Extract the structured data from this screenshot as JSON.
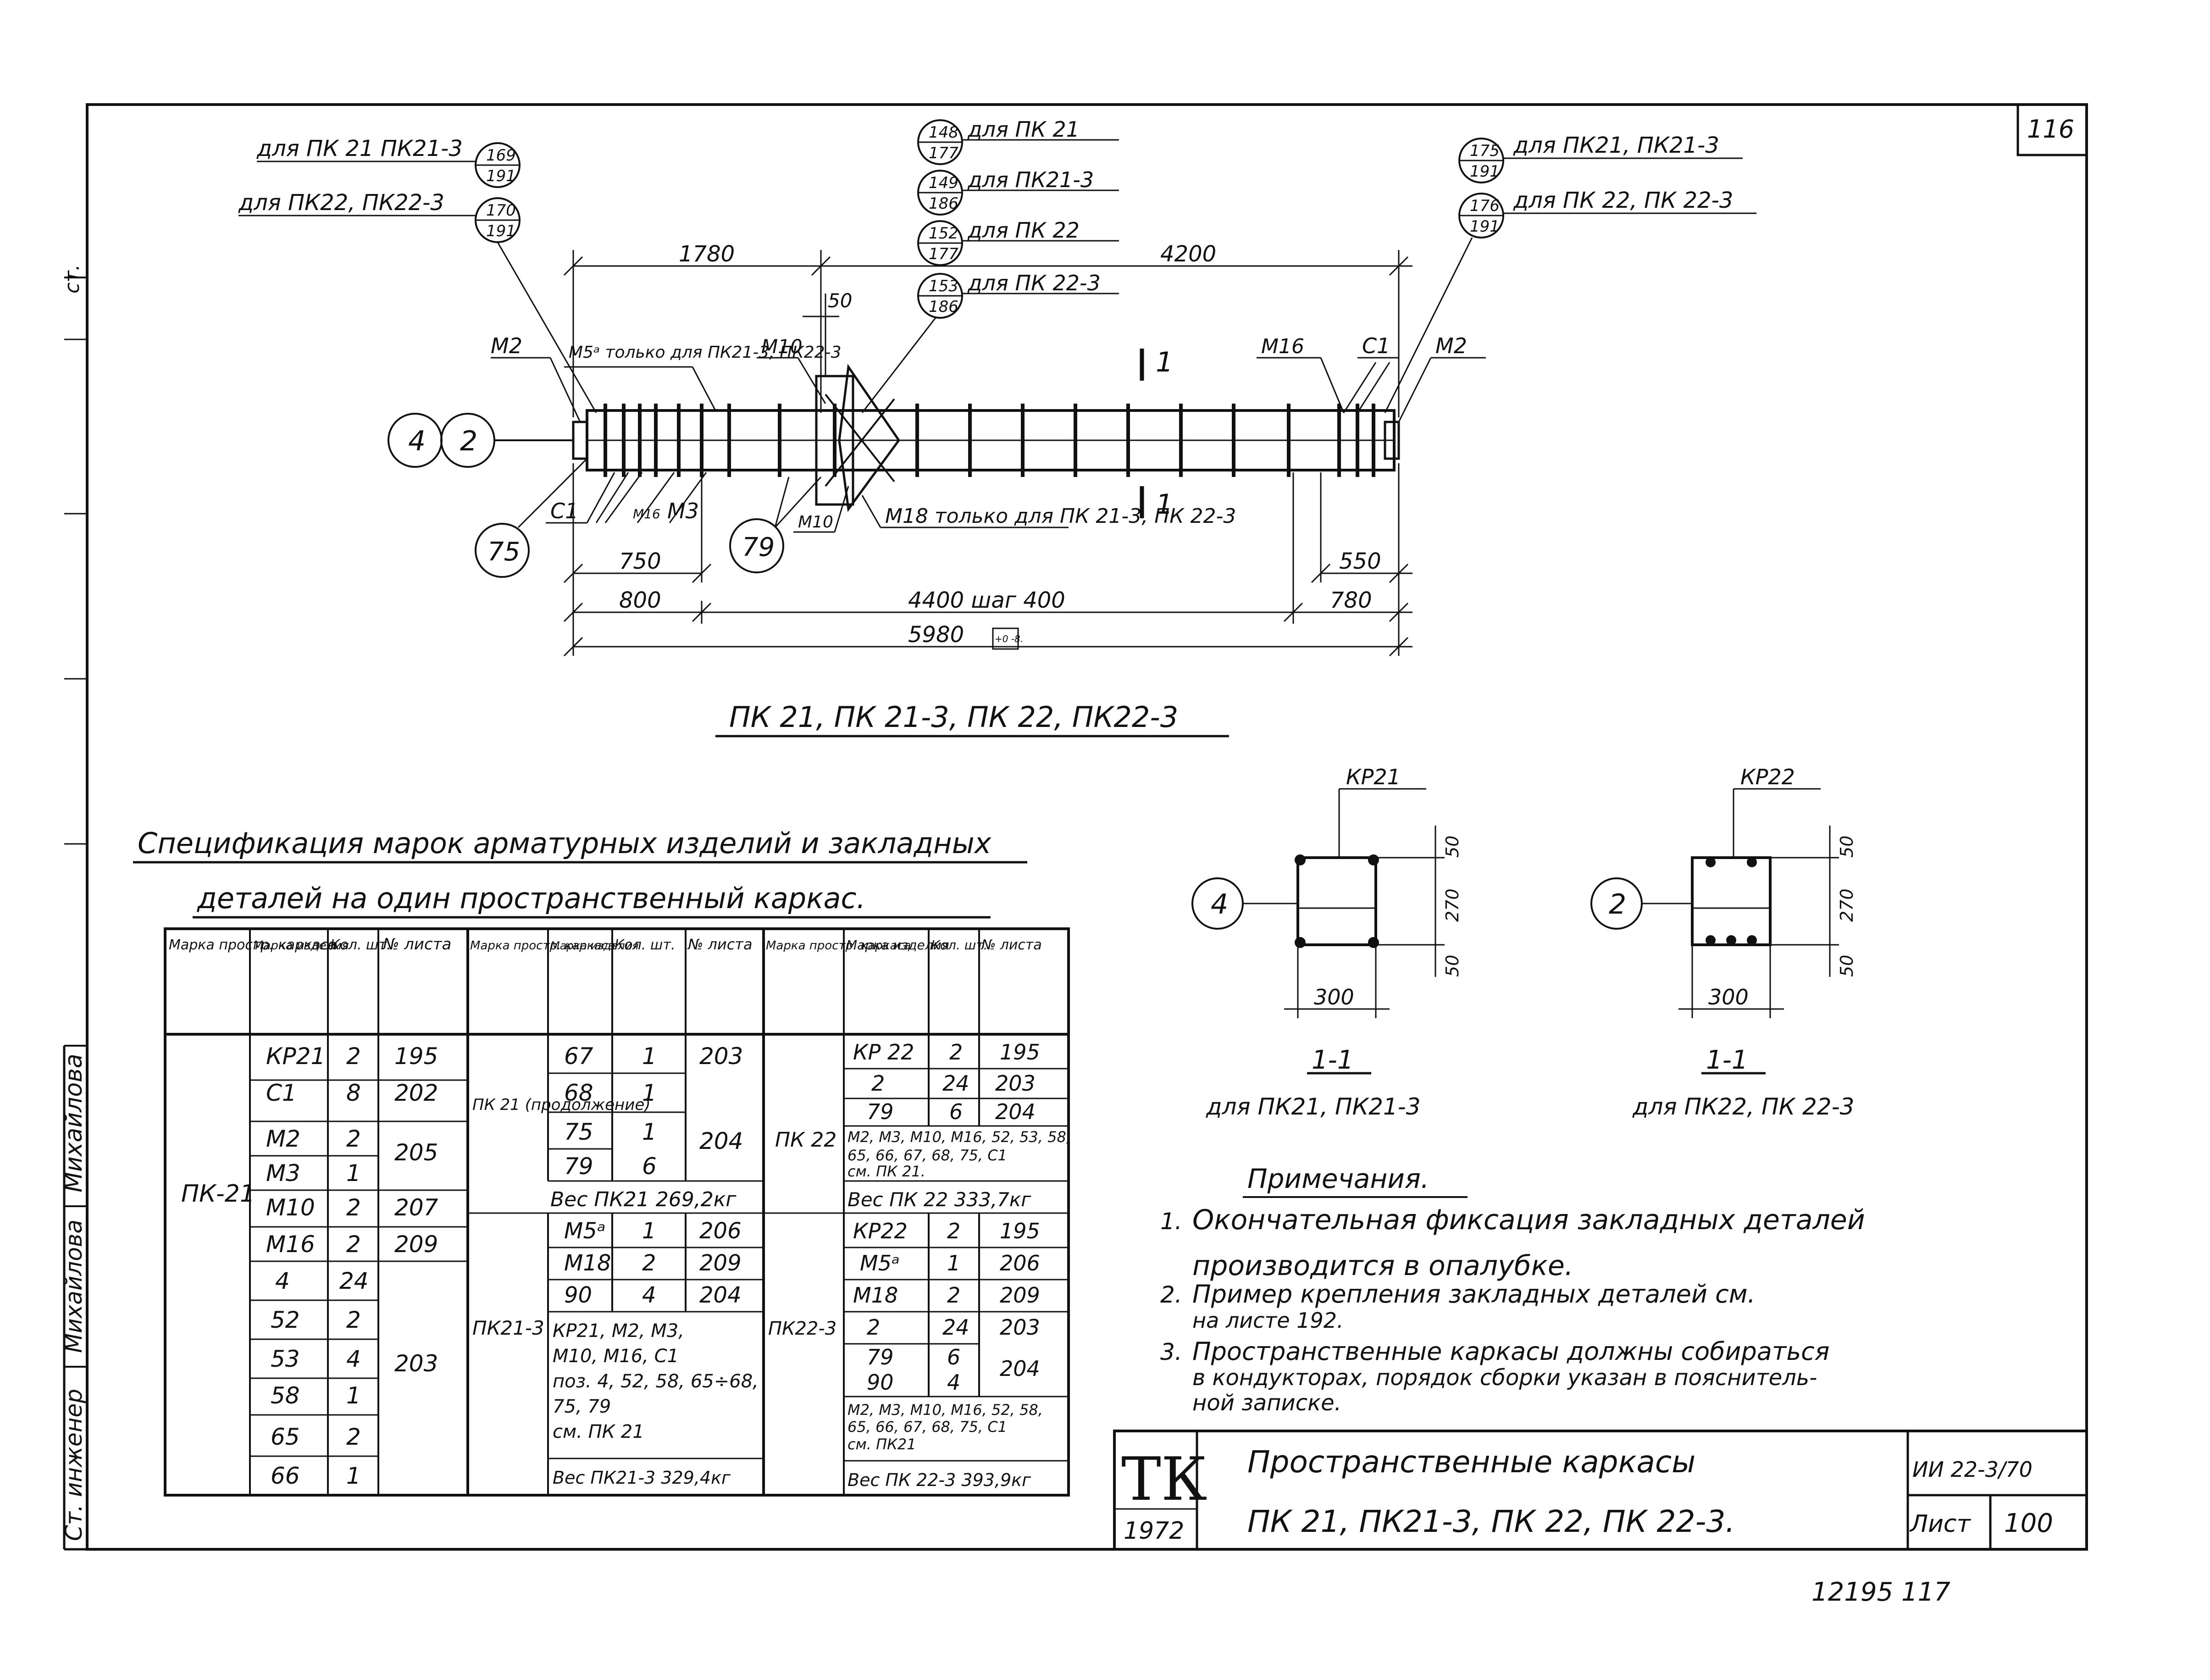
{
  "sheet": {
    "page_number": "116",
    "bottom_numbers": "12195   117",
    "left_strip": {
      "fragment": "ст.",
      "name_1": "Михайлова",
      "signature_1": "Михайлова",
      "role": "Ст. инженер"
    }
  },
  "plan": {
    "title": "ПК 21, ПК 21-3, ПК 22, ПК22-3",
    "left_refs": [
      {
        "text": "для ПК 21 ПК21-3",
        "num": "169",
        "den": "191"
      },
      {
        "text": "для ПК22, ПК22-3",
        "num": "170",
        "den": "191"
      }
    ],
    "center_refs": [
      {
        "text": "для ПК 21",
        "num": "148",
        "den": "177"
      },
      {
        "text": "для ПК21-3",
        "num": "149",
        "den": "186"
      },
      {
        "text": "для ПК 22",
        "num": "152",
        "den": "177"
      },
      {
        "text": "для ПК 22-3",
        "num": "153",
        "den": "186"
      }
    ],
    "right_refs": [
      {
        "text": "для ПК21, ПК21-3",
        "num": "175",
        "den": "191"
      },
      {
        "text": "для ПК 22, ПК 22-3",
        "num": "176",
        "den": "191"
      }
    ],
    "dims": {
      "d1780": "1780",
      "d4200": "4200",
      "d50": "50",
      "d750": "750",
      "d800": "800",
      "d4400": "4400 шаг 400",
      "d550": "550",
      "d780": "780",
      "d5980": "5980",
      "tol": "+0 -8."
    },
    "labels": {
      "m2_left": "M2",
      "m5_note": "M5ᵃ только для ПК21-3, ПК22-3",
      "m10_top": "M10",
      "m16": "M16",
      "c1_right": "C1",
      "m2_right": "M2",
      "c1_left": "C1",
      "m16_small": "M16",
      "m3": "M3",
      "m10_bottom": "M10",
      "m18_note": "M18 только для ПК 21-3, ПК 22-3",
      "cut": "1"
    },
    "circles": {
      "c4": "4",
      "c2": "2",
      "c75": "75",
      "c79": "79"
    }
  },
  "spec": {
    "title_line1": "Спецификация марок арматурных изделий и закладных",
    "title_line2": "деталей на один пространственный каркас.",
    "header": [
      "Марка простр. каркаса",
      "Марка изделия",
      "Кол. шт.",
      "№ листа"
    ],
    "col1": [
      [
        "КР21",
        "2",
        "195"
      ],
      [
        "C1",
        "8",
        "202"
      ],
      [
        "M2",
        "2",
        "205"
      ],
      [
        "M3",
        "1",
        ""
      ],
      [
        "M10",
        "2",
        "207"
      ],
      [
        "M16",
        "2",
        "209"
      ],
      [
        "4",
        "24",
        ""
      ],
      [
        "52",
        "2",
        "203"
      ],
      [
        "53",
        "4",
        ""
      ],
      [
        "58",
        "1",
        ""
      ],
      [
        "65",
        "2",
        ""
      ],
      [
        "66",
        "1",
        ""
      ]
    ],
    "col1_frame": "ПК-21",
    "col2_frame1": "ПК 21 (продолжение)",
    "col2_rows1": [
      [
        "67",
        "1",
        "203"
      ],
      [
        "68",
        "1",
        ""
      ],
      [
        "75",
        "1",
        "204"
      ],
      [
        "79",
        "6",
        ""
      ]
    ],
    "col2_weight1": "Вес ПК21     269,2кг",
    "col2_frame2": "ПК21-3",
    "col2_rows2": [
      [
        "M5ᵃ",
        "1",
        "206"
      ],
      [
        "M18",
        "2",
        "209"
      ],
      [
        "90",
        "4",
        "204"
      ]
    ],
    "col2_note": [
      "КР21, M2, M3,",
      "M10, M16, C1",
      "поз. 4, 52, 58, 65÷68,",
      "75, 79",
      "см. ПК 21"
    ],
    "col2_weight2": "Вес ПК21-3  329,4кг",
    "col3_frame1": "ПК 22",
    "col3_rows1": [
      [
        "КР 22",
        "2",
        "195"
      ],
      [
        "2",
        "24",
        "203"
      ],
      [
        "79",
        "6",
        "204"
      ]
    ],
    "col3_note1": [
      "M2, M3, M10, M16, 52, 53, 58,",
      "65, 66, 67, 68, 75, C1",
      "см. ПК 21."
    ],
    "col3_weight1": "Вес ПК 22    333,7кг",
    "col3_frame2": "ПК22-3",
    "col3_rows2": [
      [
        "КР22",
        "2",
        "195"
      ],
      [
        "M5ᵃ",
        "1",
        "206"
      ],
      [
        "M18",
        "2",
        "209"
      ],
      [
        "2",
        "24",
        "203"
      ],
      [
        "79",
        "6",
        "204"
      ],
      [
        "90",
        "4",
        ""
      ]
    ],
    "col3_note2": [
      "M2, M3, M10, M16, 52, 58,",
      "65, 66, 67, 68, 75, C1",
      "см.   ПК21"
    ],
    "col3_weight2": "Вес ПК 22-3  393,9кг"
  },
  "sections": [
    {
      "tag": "КР21",
      "circle": "4",
      "d50a": "50",
      "d270": "270",
      "d50b": "50",
      "d300": "300",
      "title": "1-1",
      "caption": "для ПК21, ПК21-3"
    },
    {
      "tag": "КР22",
      "circle": "2",
      "d50a": "50",
      "d270": "270",
      "d50b": "50",
      "d300": "300",
      "title": "1-1",
      "caption": "для ПК22, ПК 22-3"
    }
  ],
  "notes": {
    "title": "Примечания.",
    "items": [
      {
        "n": "1.",
        "lines": [
          "Окончательная фиксация закладных деталей",
          "производится в опалубке."
        ]
      },
      {
        "n": "2.",
        "lines": [
          "Пример крепления закладных деталей см.",
          "на листе 192."
        ]
      },
      {
        "n": "3.",
        "lines": [
          "Пространственные каркасы должны собираться",
          "в кондукторах, порядок сборки указан в пояснитель-",
          "ной записке."
        ]
      }
    ]
  },
  "titleblock": {
    "logo": "ТК",
    "year": "1972",
    "name_line1": "Пространственные каркасы",
    "name_line2": "ПК 21, ПК21-3, ПК 22, ПК 22-3.",
    "code": "ИИ 22-3/70",
    "sheet_label": "Лист",
    "sheet_no": "100"
  }
}
